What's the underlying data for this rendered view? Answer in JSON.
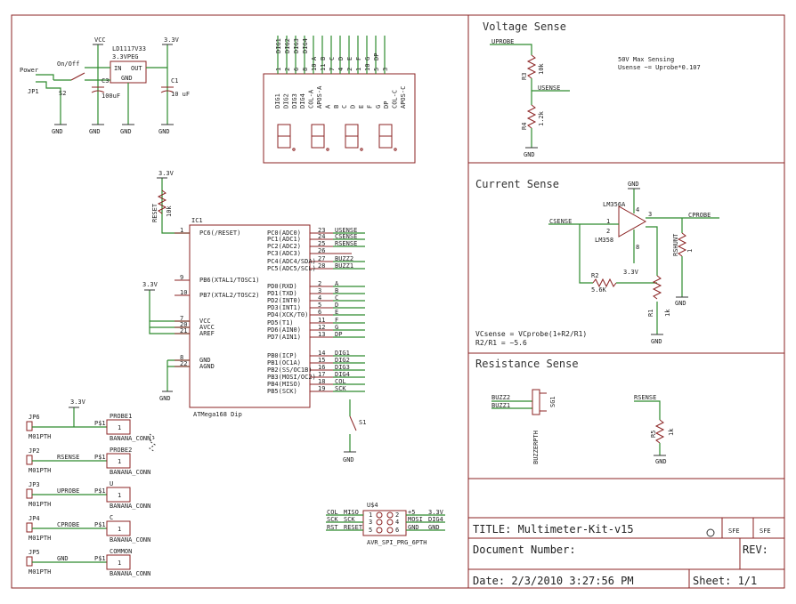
{
  "sections": {
    "voltage": "Voltage Sense",
    "current": "Current Sense",
    "resistance": "Resistance Sense"
  },
  "power": {
    "vcc": "VCC",
    "v33a": "3.3V",
    "v33b": "3.3V",
    "v33c": "3.3V",
    "v33d": "3.3V",
    "v33e": "3.3V",
    "regulator": "LD1117V33",
    "reg_package": "3.3VPEG",
    "reg_in": "IN",
    "reg_out": "OUT",
    "reg_gnd": "GND",
    "onoff": "On/Off",
    "power_label": "Power",
    "jp1": "JP1",
    "s2": "S2",
    "c3": "C3",
    "c3_val": "100uF",
    "c1": "C1",
    "c1_val": "10 uF",
    "gnd": "GND"
  },
  "display": {
    "top_pins": [
      "DIG1",
      "DIG2",
      "DIG3",
      "DIG4"
    ],
    "pin_numbers": [
      "1",
      "2",
      "6",
      "8",
      "10",
      "11",
      "7",
      "4",
      "2",
      "1",
      "10",
      "5",
      "3"
    ],
    "pin_letters": [
      "A",
      "B",
      "C",
      "D",
      "E",
      "F",
      "G",
      "DP"
    ],
    "inner_labels": [
      "DIG1",
      "DIG2",
      "DIG3",
      "DIG4",
      "COL-A",
      "APOS-A",
      "A",
      "B",
      "C",
      "D",
      "E",
      "F",
      "G",
      "DP",
      "COL-C",
      "APOS-C"
    ]
  },
  "mcu": {
    "ref": "IC1",
    "name": "ATMega168 Dip",
    "reset_label": "RESET",
    "reset_res": "10k",
    "left_pins": [
      {
        "num": "1",
        "name": "PC6(/RESET)"
      },
      {
        "num": "9",
        "name": "PB6(XTAL1/TOSC1)"
      },
      {
        "num": "10",
        "name": "PB7(XTAL2/TOSC2)"
      },
      {
        "num": "7",
        "name": "VCC"
      },
      {
        "num": "20",
        "name": "AVCC"
      },
      {
        "num": "21",
        "name": "AREF"
      },
      {
        "num": "8",
        "name": "GND"
      },
      {
        "num": "22",
        "name": "AGND"
      }
    ],
    "right_pins": [
      {
        "num": "23",
        "name": "PC0(ADC0)",
        "net": "USENSE"
      },
      {
        "num": "24",
        "name": "PC1(ADC1)",
        "net": "CSENSE"
      },
      {
        "num": "25",
        "name": "PC2(ADC2)",
        "net": "RSENSE"
      },
      {
        "num": "26",
        "name": "PC3(ADC3)",
        "net": ""
      },
      {
        "num": "27",
        "name": "PC4(ADC4/SDA)",
        "net": "BUZZ2"
      },
      {
        "num": "28",
        "name": "PC5(ADC5/SCL)",
        "net": "BUZZ1"
      },
      {
        "num": "2",
        "name": "PD0(RXD)",
        "net": "A"
      },
      {
        "num": "3",
        "name": "PD1(TXD)",
        "net": "B"
      },
      {
        "num": "4",
        "name": "PD2(INT0)",
        "net": "C"
      },
      {
        "num": "5",
        "name": "PD3(INT1)",
        "net": "D"
      },
      {
        "num": "6",
        "name": "PD4(XCK/T0)",
        "net": "E"
      },
      {
        "num": "11",
        "name": "PD5(T1)",
        "net": "F"
      },
      {
        "num": "12",
        "name": "PD6(AIN0)",
        "net": "G"
      },
      {
        "num": "13",
        "name": "PD7(AIN1)",
        "net": "DP"
      },
      {
        "num": "14",
        "name": "PB0(ICP)",
        "net": "DIG1"
      },
      {
        "num": "15",
        "name": "PB1(OC1A)",
        "net": "DIG2"
      },
      {
        "num": "16",
        "name": "PB2(SS/OC1B)",
        "net": "DIG3"
      },
      {
        "num": "17",
        "name": "PB3(MOSI/OC2)",
        "net": "DIG4"
      },
      {
        "num": "18",
        "name": "PB4(MISO)",
        "net": "COL"
      },
      {
        "num": "19",
        "name": "PB5(SCK)",
        "net": "SCK"
      }
    ],
    "s1": "S1"
  },
  "probes": {
    "items": [
      {
        "ref": "JP6",
        "part": "M01PTH",
        "net": "",
        "p_lbl": "PROBE1",
        "pin": "P$1",
        "sub": "BANANA_CONN"
      },
      {
        "ref": "JP2",
        "part": "M01PTH",
        "net": "RSENSE",
        "p_lbl": "PROBE2",
        "pin": "P$1",
        "sub": "BANANA_CONN"
      },
      {
        "ref": "JP3",
        "part": "M01PTH",
        "net": "UPROBE",
        "p_lbl": "U",
        "pin": "P$1",
        "sub": "BANANA_CONN"
      },
      {
        "ref": "JP4",
        "part": "M01PTH",
        "net": "CPROBE",
        "p_lbl": "C",
        "pin": "P$1",
        "sub": "BANANA_CONN"
      },
      {
        "ref": "JP5",
        "part": "M01PTH",
        "net": "GND",
        "p_lbl": "COMMON",
        "pin": "P$1",
        "sub": "BANANA_CONN"
      }
    ]
  },
  "spi": {
    "ref": "U$4",
    "name": "AVR_SPI_PRG_6PTH",
    "left": [
      "COL",
      "SCK",
      "RST"
    ],
    "left_pin": [
      "MISO",
      "SCK",
      "RESET"
    ],
    "right_pin": [
      "+5",
      "MOSI",
      "GND"
    ],
    "right": [
      "3.3V",
      "DIG4",
      "GND"
    ],
    "nums_left": [
      "1",
      "3",
      "5"
    ],
    "nums_right": [
      "2",
      "4",
      "6"
    ]
  },
  "voltage_sense": {
    "probe": "UPROBE",
    "r3": "R3",
    "r3_val": "10k",
    "r4": "R4",
    "r4_val": "1.2k",
    "net": "USENSE",
    "note1": "50V Max Sensing",
    "note2": "Usense ~= Uprobe*0.107",
    "gnd": "GND"
  },
  "current_sense": {
    "gnd": "GND",
    "opamp": "LM356A",
    "opamp2": "LM358",
    "in_net": "CSENSE",
    "out_net": "CPROBE",
    "r2": "R2",
    "r2_val": "5.6K",
    "r1": "R1",
    "r1_val": "1k",
    "shunt": "RSHUNT",
    "shunt_val": "1",
    "v33": "3.3V",
    "formula1": "VCsense = VCprobe(1+R2/R1)",
    "formula2": "R2/R1 = ~5.6",
    "pins": [
      "1",
      "2",
      "3",
      "4",
      "8"
    ]
  },
  "resistance_sense": {
    "buzz2": "BUZZ2",
    "buzz1": "BUZZ1",
    "sg1": "SG1",
    "buzzer": "BUZZERPTH",
    "net": "RSENSE",
    "r5": "R5",
    "r5_val": "1k",
    "gnd": "GND"
  },
  "titleblock": {
    "title": "TITLE: Multimeter-Kit-v15",
    "doc": "Document Number:",
    "rev": "REV:",
    "date": "Date: 2/3/2010 3:27:56 PM",
    "sheet": "Sheet: 1/1",
    "sfe1": "SFE",
    "sfe2": "SFE"
  }
}
